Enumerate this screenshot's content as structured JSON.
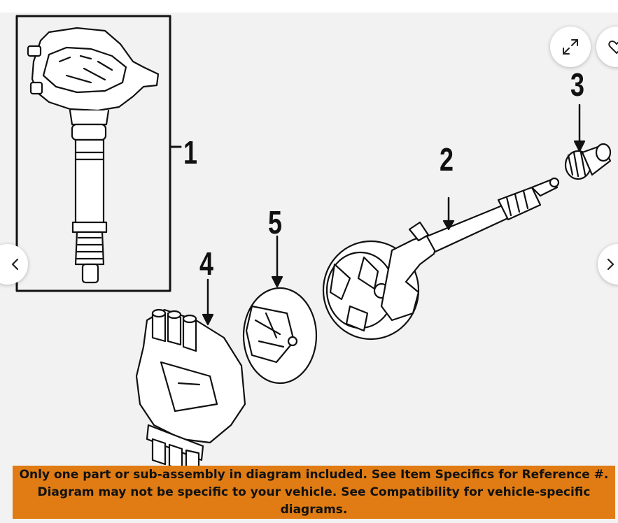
{
  "callouts": {
    "part1": "1",
    "part2": "2",
    "part3": "3",
    "part4": "4",
    "part5": "5"
  },
  "controls": {
    "expand_icon": "expand-icon",
    "favorite_icon": "heart-icon",
    "prev_icon": "chevron-left-icon",
    "next_icon": "chevron-right-icon"
  },
  "notice": {
    "line1": "Only one part or sub-assembly in diagram included. See Item Specifics for Reference #.",
    "line2": "Diagram may not be specific to your vehicle. See Compatibility for vehicle-specific diagrams."
  },
  "colors": {
    "notice_bg": "#e07c13",
    "viewer_bg": "#f2f2f2"
  }
}
